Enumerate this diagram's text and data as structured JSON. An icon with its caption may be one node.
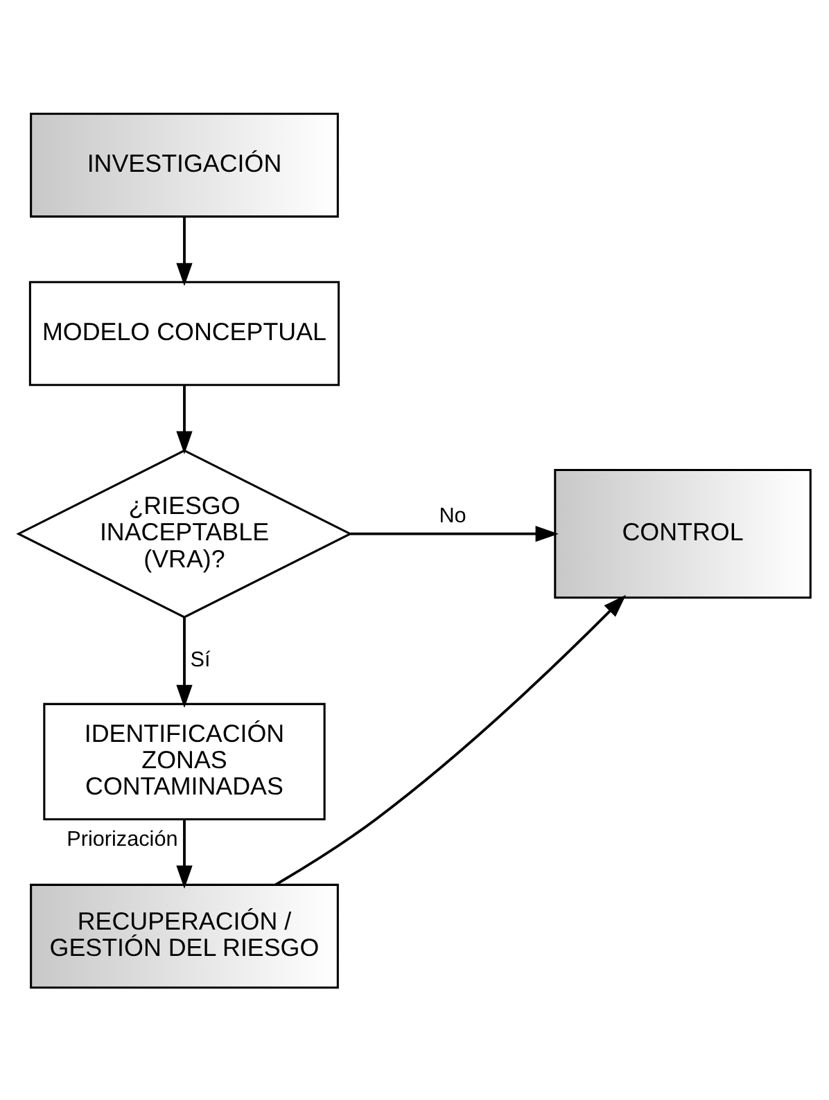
{
  "diagram": {
    "nodes": [
      {
        "text": [
          "INVESTIGACIÓN"
        ]
      },
      {
        "text": [
          "MODELO CONCEPTUAL"
        ]
      },
      {
        "text": [
          "¿RIESGO INACEPTABLE (VRA)?"
        ]
      },
      {
        "text": [
          "CONTROL"
        ]
      },
      {
        "text": [
          "IDENTIFICACIÓN ZONAS CONTAMINADAS"
        ]
      },
      {
        "text": [
          "RECUPERACIÓN / GESTIÓN DEL RIESGO"
        ]
      }
    ],
    "edges": [
      {
        "from": 0,
        "to": 1,
        "arrow": "to"
      },
      {
        "from": 1,
        "to": 2,
        "arrow": "to"
      },
      {
        "from": 2,
        "to": 3,
        "arrow": "to",
        "label": "No"
      },
      {
        "from": 2,
        "to": 4,
        "arrow": "to",
        "label": "Sí"
      },
      {
        "from": 4,
        "to": 5,
        "arrow": "to",
        "label": "Priorización"
      },
      {
        "from": 5,
        "to": 3,
        "arrow": "to"
      }
    ]
  }
}
